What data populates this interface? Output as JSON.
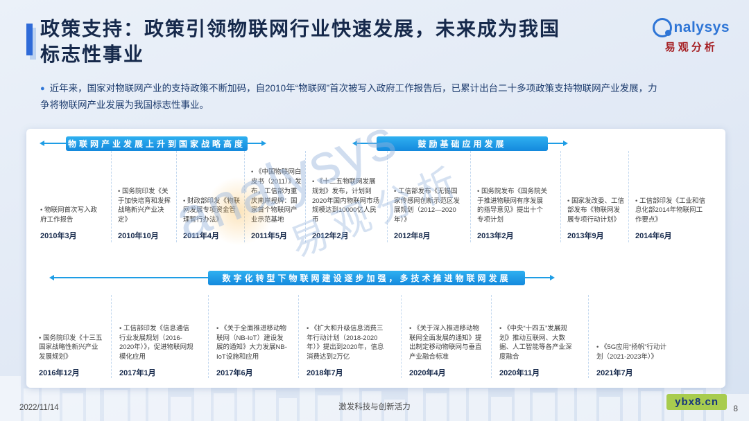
{
  "header": {
    "title_line1": "政策支持：政策引领物联网行业快速发展，未来成为我国",
    "title_line2": "标志性事业",
    "logo_text": "nalysys",
    "logo_cn": "易观分析"
  },
  "intro": {
    "bullet": "●",
    "text": "近年来，国家对物联网产业的支持政策不断加码，自2010年“物联网”首次被写入政府工作报告后，已累计出台二十多项政策支持物联网产业发展，力争将物联网产业发展为我国标志性事业。"
  },
  "timeline1": {
    "banner1": "物联网产业发展上升到国家战略高度",
    "banner2": "鼓励基础应用发展",
    "items": [
      {
        "date": "2010年3月",
        "text": "物联网首次写入政府工作报告"
      },
      {
        "date": "2010年10月",
        "text": "国务院印发《关于加快培育和发挥战略新兴产业决定》"
      },
      {
        "date": "2011年4月",
        "text": "财政部印发《物联网发展专项资金管理暂行办法》"
      },
      {
        "date": "2011年5月",
        "text": "《中国物联网白皮书（2011）》发布，工信部为重庆南岸授牌：国家首个物联网产业示范基地"
      },
      {
        "date": "2012年2月",
        "text": "《十二五物联网发展规划》发布，计划到2020年国内物联网市场规模达到10000亿人民币"
      },
      {
        "date": "2012年8月",
        "text": "工信部发布《无锡国家传感网创新示范区发展规划（2012—2020年）》"
      },
      {
        "date": "2013年2月",
        "text": "国务院发布《国务院关于推进物联网有序发展的指导意见》提出十个专项计划"
      },
      {
        "date": "2013年9月",
        "text": "国家发改委、工信部发布《物联网发展专项行动计划》"
      },
      {
        "date": "2014年6月",
        "text": "工信部印发《工业和信息化部2014年物联网工作要点》"
      }
    ]
  },
  "timeline2": {
    "banner": "数字化转型下物联网建设逐步加强，多技术推进物联网发展",
    "items": [
      {
        "date": "2016年12月",
        "text": "国务院印发《十三五国家战略性新兴产业发展规划》"
      },
      {
        "date": "2017年1月",
        "text": "工信部印发《信息通信行业发展规划（2016-2020年）》，促进物联网规模化应用"
      },
      {
        "date": "2017年6月",
        "text": "《关于全面推进移动物联网（NB-IoT）建设发展的通知》大力发展NB-IoT设施和应用"
      },
      {
        "date": "2018年7月",
        "text": "《扩大和升级信息消费三年行动计划（2018-2020年）》提出到2020年，信息消费达到2万亿"
      },
      {
        "date": "2020年4月",
        "text": "《关于深入推进移动物联网全面发展的通知》提出制定移动物联网与垂直产业融合标准"
      },
      {
        "date": "2020年11月",
        "text": "《中央“十四五”发展规划》推动互联网、大数据、人工智能等各产业深度融合"
      },
      {
        "date": "2021年7月",
        "text": "《5G应用“扬帆”行动计划（2021-2023年）》"
      }
    ]
  },
  "watermark": {
    "brand": "analysys",
    "brand_cn": "易观分析",
    "site": "ybx8.cn"
  },
  "footer": {
    "date": "2022/11/14",
    "slogan": "激发科技与创新活力",
    "page": "8"
  },
  "colors": {
    "accent_blue": "#1e9de5",
    "title_navy": "#16294b",
    "logo_blue": "#2e75d6",
    "logo_red": "#a51e22",
    "watermark_green": "#a8cc4e"
  }
}
